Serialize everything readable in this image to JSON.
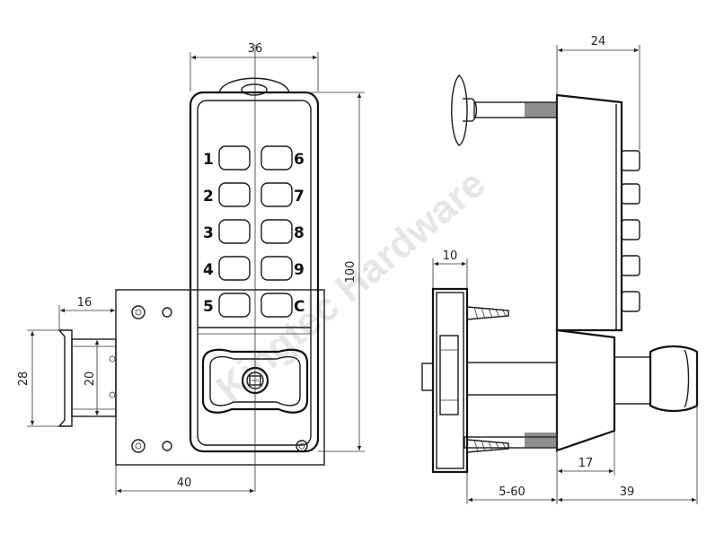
{
  "watermark": "Kingtec Hardware",
  "front_view": {
    "keypad": {
      "left_column": [
        "1",
        "2",
        "3",
        "4",
        "5"
      ],
      "right_column": [
        "6",
        "7",
        "8",
        "9",
        "C"
      ]
    }
  },
  "dimensions": {
    "front_width": "36",
    "front_height": "100",
    "latch_length": "16",
    "latch_height_outer": "28",
    "latch_height_inner": "20",
    "backset": "40",
    "side_depth_top": "24",
    "spindle_offset": "10",
    "knob_offset": "17",
    "door_thickness": "5-60",
    "side_depth_bottom": "39"
  }
}
